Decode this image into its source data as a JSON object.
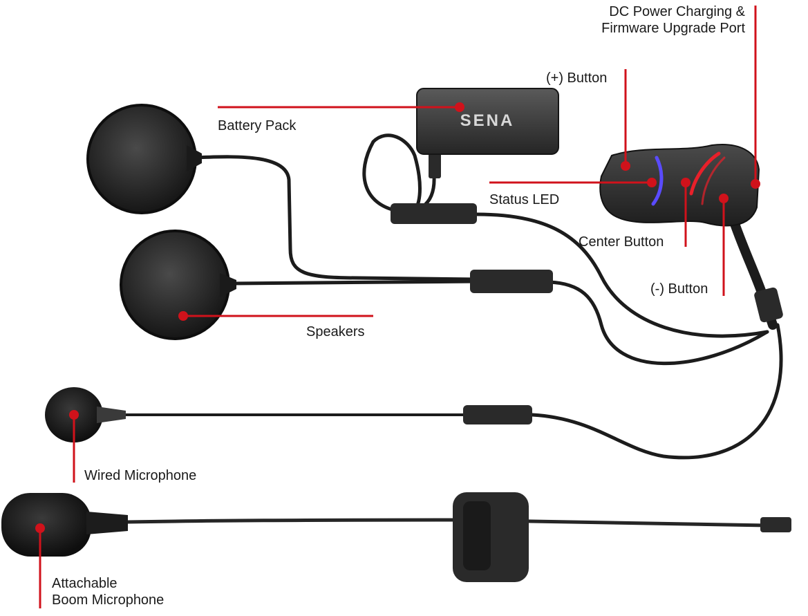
{
  "brand": {
    "logo_text": "SENA"
  },
  "labels": {
    "dc_port": "DC Power Charging &\nFirmware Upgrade Port",
    "plus_button": "(+) Button",
    "battery_pack": "Battery Pack",
    "status_led": "Status LED",
    "center_button": "Center Button",
    "minus_button": "(-) Button",
    "speakers": "Speakers",
    "wired_mic": "Wired Microphone",
    "boom_mic": "Attachable\nBoom Microphone"
  },
  "colors": {
    "callout": "#d0121b",
    "device": "#2c2c2c",
    "cable": "#1c1c1c",
    "led_blue": "#5a4bff",
    "led_red": "#e8202a"
  }
}
